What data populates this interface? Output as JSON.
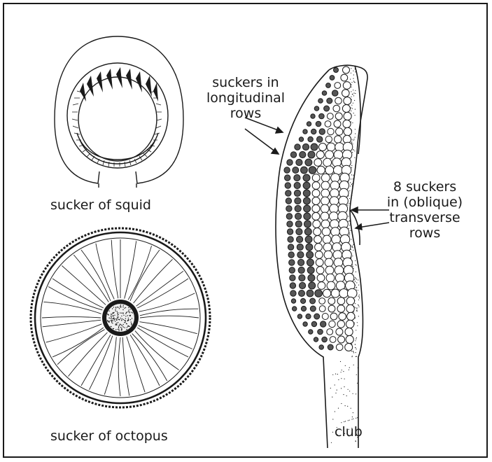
{
  "colors": {
    "ink": "#1a1a1a",
    "background": "#ffffff"
  },
  "labels": {
    "longitudinal": [
      "suckers in",
      "longitudinal",
      "rows"
    ],
    "transverse": [
      "8 suckers",
      "in (oblique)",
      "transverse",
      "rows"
    ],
    "squid": "sucker of squid",
    "octopus": "sucker of octopus",
    "club": "club"
  }
}
